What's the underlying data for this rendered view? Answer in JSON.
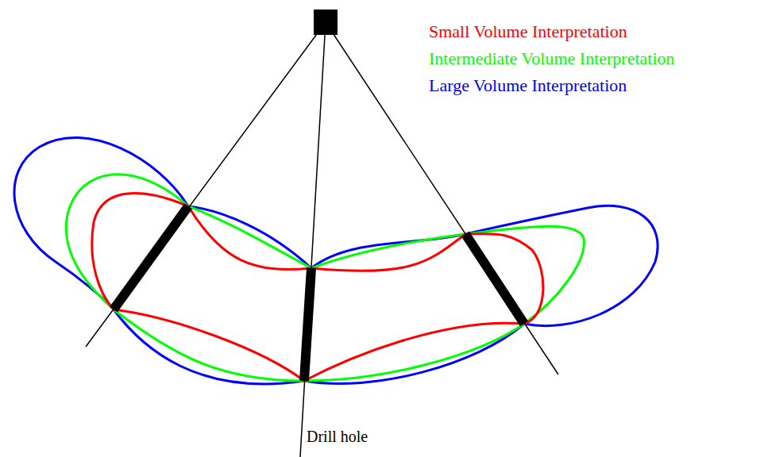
{
  "diagram": {
    "labels": [
      "Drill hole"
    ],
    "legend": [
      {
        "text": "Small Volume Interpretation",
        "color": "#ff0000"
      },
      {
        "text": "Intermediate Volume Interpretation",
        "color": "#00ff00"
      },
      {
        "text": "Large Volume Interpretation",
        "color": "#0000ff"
      }
    ]
  }
}
